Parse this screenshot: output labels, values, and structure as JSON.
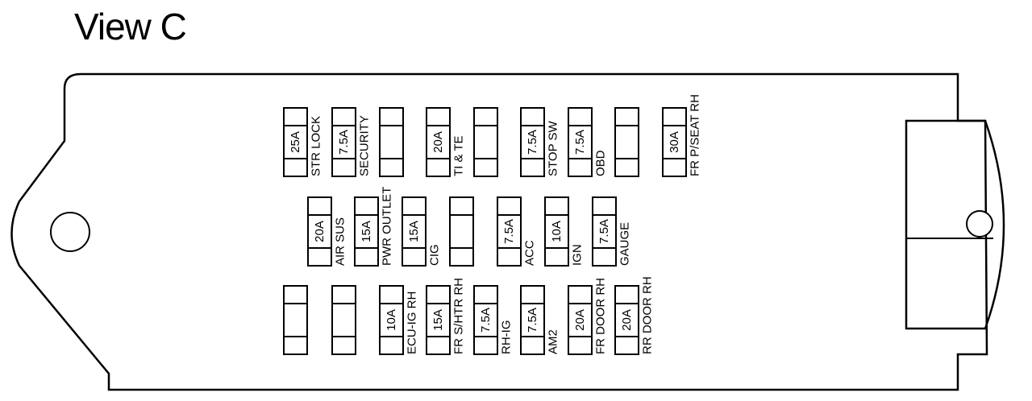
{
  "title": "View C",
  "fuses": [
    {
      "id": "r1c1",
      "rating": "25A",
      "label": "STR LOCK"
    },
    {
      "id": "r1c2",
      "rating": "7.5A",
      "label": "SECURITY"
    },
    {
      "id": "r1c3",
      "rating": "",
      "label": ""
    },
    {
      "id": "r1c4",
      "rating": "20A",
      "label": "TI & TE"
    },
    {
      "id": "r1c5",
      "rating": "",
      "label": ""
    },
    {
      "id": "r1c6",
      "rating": "7.5A",
      "label": "STOP SW"
    },
    {
      "id": "r1c7",
      "rating": "7.5A",
      "label": "OBD"
    },
    {
      "id": "r1c8",
      "rating": "",
      "label": ""
    },
    {
      "id": "r1c9",
      "rating": "30A",
      "label": "FR P/SEAT RH"
    },
    {
      "id": "r2c1",
      "rating": "20A",
      "label": "AIR SUS"
    },
    {
      "id": "r2c2",
      "rating": "15A",
      "label": "PWR OUTLET"
    },
    {
      "id": "r2c3",
      "rating": "15A",
      "label": "CIG"
    },
    {
      "id": "r2c4",
      "rating": "",
      "label": ""
    },
    {
      "id": "r2c5",
      "rating": "7.5A",
      "label": "ACC"
    },
    {
      "id": "r2c6",
      "rating": "10A",
      "label": "IGN"
    },
    {
      "id": "r2c7",
      "rating": "7.5A",
      "label": "GAUGE"
    },
    {
      "id": "r3c1",
      "rating": "",
      "label": ""
    },
    {
      "id": "r3c2",
      "rating": "",
      "label": ""
    },
    {
      "id": "r3c3",
      "rating": "10A",
      "label": "ECU-IG RH"
    },
    {
      "id": "r3c4",
      "rating": "15A",
      "label": "FR S/HTR RH"
    },
    {
      "id": "r3c5",
      "rating": "7.5A",
      "label": "RH-IG"
    },
    {
      "id": "r3c6",
      "rating": "7.5A",
      "label": "AM2"
    },
    {
      "id": "r3c7",
      "rating": "20A",
      "label": "FR DOOR RH"
    },
    {
      "id": "r3c8",
      "rating": "20A",
      "label": "RR DOOR RH"
    }
  ]
}
